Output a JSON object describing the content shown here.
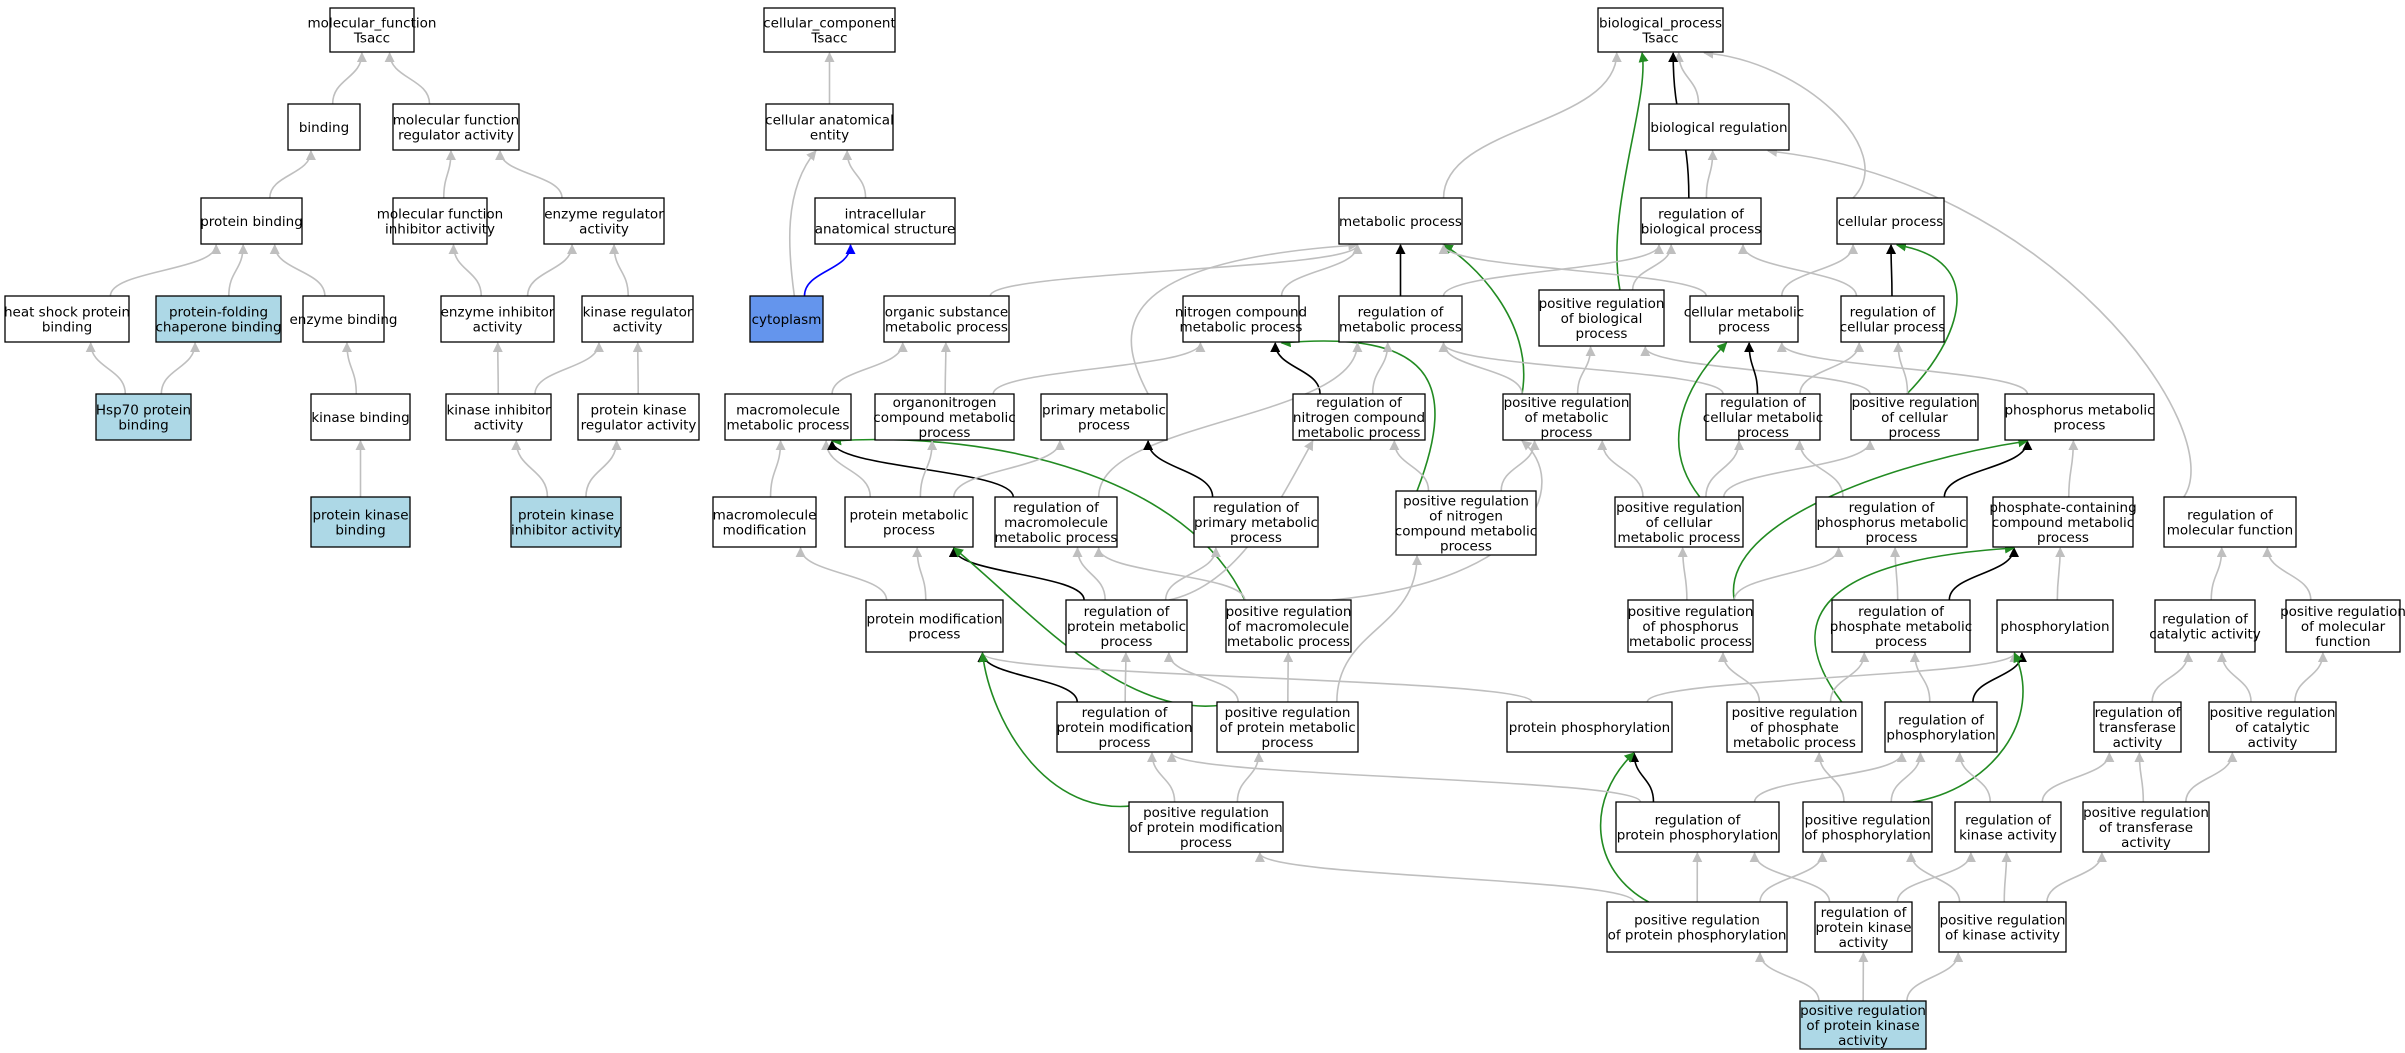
{
  "colors": {
    "default_fill": "#ffffff",
    "query_fill": "#add8e6",
    "cellular_fill": "#6495ed",
    "is_a": "#bfbfbf",
    "regulates": "#000000",
    "positively_regulates": "#228b22",
    "part_of": "#0000ff"
  },
  "nodes": [
    {
      "id": "mf",
      "lines": [
        "molecular_function",
        "Tsacc"
      ]
    },
    {
      "id": "binding",
      "lines": [
        "binding"
      ]
    },
    {
      "id": "mfra",
      "lines": [
        "molecular function",
        "regulator activity"
      ]
    },
    {
      "id": "pb",
      "lines": [
        "protein binding"
      ]
    },
    {
      "id": "mfia",
      "lines": [
        "molecular function",
        "inhibitor activity"
      ]
    },
    {
      "id": "era",
      "lines": [
        "enzyme regulator",
        "activity"
      ]
    },
    {
      "id": "hspb",
      "lines": [
        "heat shock protein",
        "binding"
      ]
    },
    {
      "id": "pfcb",
      "lines": [
        "protein-folding",
        "chaperone binding"
      ],
      "fill": "query"
    },
    {
      "id": "eb",
      "lines": [
        "enzyme binding"
      ]
    },
    {
      "id": "eia",
      "lines": [
        "enzyme inhibitor",
        "activity"
      ]
    },
    {
      "id": "kra",
      "lines": [
        "kinase regulator",
        "activity"
      ]
    },
    {
      "id": "hsp70",
      "lines": [
        "Hsp70 protein",
        "binding"
      ],
      "fill": "query"
    },
    {
      "id": "kb",
      "lines": [
        "kinase binding"
      ]
    },
    {
      "id": "kia",
      "lines": [
        "kinase inhibitor",
        "activity"
      ]
    },
    {
      "id": "pkra",
      "lines": [
        "protein kinase",
        "regulator activity"
      ]
    },
    {
      "id": "pkb",
      "lines": [
        "protein kinase",
        "binding"
      ],
      "fill": "query"
    },
    {
      "id": "pkia",
      "lines": [
        "protein kinase",
        "inhibitor activity"
      ],
      "fill": "query"
    },
    {
      "id": "cc",
      "lines": [
        "cellular_component",
        "Tsacc"
      ]
    },
    {
      "id": "cae",
      "lines": [
        "cellular anatomical",
        "entity"
      ]
    },
    {
      "id": "ias",
      "lines": [
        "intracellular",
        "anatomical structure"
      ]
    },
    {
      "id": "cyto",
      "lines": [
        "cytoplasm"
      ],
      "fill": "cellular"
    },
    {
      "id": "bp",
      "lines": [
        "biological_process",
        "Tsacc"
      ]
    },
    {
      "id": "breg",
      "lines": [
        "biological regulation"
      ]
    },
    {
      "id": "mp",
      "lines": [
        "metabolic process"
      ]
    },
    {
      "id": "rbp",
      "lines": [
        "regulation of",
        "biological process"
      ]
    },
    {
      "id": "cp",
      "lines": [
        "cellular process"
      ]
    },
    {
      "id": "osmp",
      "lines": [
        "organic substance",
        "metabolic process"
      ]
    },
    {
      "id": "ncmp",
      "lines": [
        "nitrogen compound",
        "metabolic process"
      ]
    },
    {
      "id": "rmp",
      "lines": [
        "regulation of",
        "metabolic process"
      ]
    },
    {
      "id": "prbp",
      "lines": [
        "positive regulation",
        "of biological",
        "process"
      ]
    },
    {
      "id": "cmp",
      "lines": [
        "cellular metabolic",
        "process"
      ]
    },
    {
      "id": "rcp",
      "lines": [
        "regulation of",
        "cellular process"
      ]
    },
    {
      "id": "mmp",
      "lines": [
        "macromolecule",
        "metabolic process"
      ]
    },
    {
      "id": "oncmp",
      "lines": [
        "organonitrogen",
        "compound metabolic",
        "process"
      ]
    },
    {
      "id": "pmp",
      "lines": [
        "primary metabolic",
        "process"
      ]
    },
    {
      "id": "rncmp",
      "lines": [
        "regulation of",
        "nitrogen compound",
        "metabolic process"
      ]
    },
    {
      "id": "prmp",
      "lines": [
        "positive regulation",
        "of metabolic",
        "process"
      ]
    },
    {
      "id": "rcmp",
      "lines": [
        "regulation of",
        "cellular metabolic",
        "process"
      ]
    },
    {
      "id": "prcp",
      "lines": [
        "positive regulation",
        "of cellular",
        "process"
      ]
    },
    {
      "id": "phmp",
      "lines": [
        "phosphorus metabolic",
        "process"
      ]
    },
    {
      "id": "mm",
      "lines": [
        "macromolecule",
        "modification"
      ]
    },
    {
      "id": "protmp",
      "lines": [
        "protein metabolic",
        "process"
      ]
    },
    {
      "id": "rmmp",
      "lines": [
        "regulation of",
        "macromolecule",
        "metabolic process"
      ]
    },
    {
      "id": "rpmp",
      "lines": [
        "regulation of",
        "primary metabolic",
        "process"
      ]
    },
    {
      "id": "prncmp",
      "lines": [
        "positive regulation",
        "of nitrogen",
        "compound metabolic",
        "process"
      ]
    },
    {
      "id": "prcmp",
      "lines": [
        "positive regulation",
        "of cellular",
        "metabolic process"
      ]
    },
    {
      "id": "rphmp",
      "lines": [
        "regulation of",
        "phosphorus metabolic",
        "process"
      ]
    },
    {
      "id": "pccmp",
      "lines": [
        "phosphate-containing",
        "compound metabolic",
        "process"
      ]
    },
    {
      "id": "rmf",
      "lines": [
        "regulation of",
        "molecular function"
      ]
    },
    {
      "id": "pmod",
      "lines": [
        "protein modification",
        "process"
      ]
    },
    {
      "id": "rprotmp",
      "lines": [
        "regulation of",
        "protein metabolic",
        "process"
      ]
    },
    {
      "id": "prmmp",
      "lines": [
        "positive regulation",
        "of macromolecule",
        "metabolic process"
      ]
    },
    {
      "id": "prphmp",
      "lines": [
        "positive regulation",
        "of phosphorus",
        "metabolic process"
      ]
    },
    {
      "id": "rphatmp",
      "lines": [
        "regulation of",
        "phosphate metabolic",
        "process"
      ]
    },
    {
      "id": "phos",
      "lines": [
        "phosphorylation"
      ]
    },
    {
      "id": "rca",
      "lines": [
        "regulation of",
        "catalytic activity"
      ]
    },
    {
      "id": "prmf",
      "lines": [
        "positive regulation",
        "of molecular",
        "function"
      ]
    },
    {
      "id": "rpmod",
      "lines": [
        "regulation of",
        "protein modification",
        "process"
      ]
    },
    {
      "id": "prprotmp",
      "lines": [
        "positive regulation",
        "of protein metabolic",
        "process"
      ]
    },
    {
      "id": "pphos",
      "lines": [
        "protein phosphorylation"
      ]
    },
    {
      "id": "prphatmp",
      "lines": [
        "positive regulation",
        "of phosphate",
        "metabolic process"
      ]
    },
    {
      "id": "rphos",
      "lines": [
        "regulation of",
        "phosphorylation"
      ]
    },
    {
      "id": "rta",
      "lines": [
        "regulation of",
        "transferase",
        "activity"
      ]
    },
    {
      "id": "prca",
      "lines": [
        "positive regulation",
        "of catalytic",
        "activity"
      ]
    },
    {
      "id": "prpmod",
      "lines": [
        "positive regulation",
        "of protein modification",
        "process"
      ]
    },
    {
      "id": "rpphos",
      "lines": [
        "regulation of",
        "protein phosphorylation"
      ]
    },
    {
      "id": "prphos",
      "lines": [
        "positive regulation",
        "of phosphorylation"
      ]
    },
    {
      "id": "rka",
      "lines": [
        "regulation of",
        "kinase activity"
      ]
    },
    {
      "id": "prta",
      "lines": [
        "positive regulation",
        "of transferase",
        "activity"
      ]
    },
    {
      "id": "prpphos",
      "lines": [
        "positive regulation",
        "of protein phosphorylation"
      ]
    },
    {
      "id": "rpka",
      "lines": [
        "regulation of",
        "protein kinase",
        "activity"
      ]
    },
    {
      "id": "prka",
      "lines": [
        "positive regulation",
        "of kinase activity"
      ]
    },
    {
      "id": "prpka",
      "lines": [
        "positive regulation",
        "of protein kinase",
        "activity"
      ],
      "fill": "query"
    }
  ],
  "edges": [
    {
      "from": "binding",
      "to": "mf",
      "type": "is_a"
    },
    {
      "from": "mfra",
      "to": "mf",
      "type": "is_a"
    },
    {
      "from": "pb",
      "to": "binding",
      "type": "is_a"
    },
    {
      "from": "mfia",
      "to": "mfra",
      "type": "is_a"
    },
    {
      "from": "era",
      "to": "mfra",
      "type": "is_a"
    },
    {
      "from": "hspb",
      "to": "pb",
      "type": "is_a"
    },
    {
      "from": "pfcb",
      "to": "pb",
      "type": "is_a"
    },
    {
      "from": "eb",
      "to": "pb",
      "type": "is_a"
    },
    {
      "from": "eia",
      "to": "mfia",
      "type": "is_a"
    },
    {
      "from": "eia",
      "to": "era",
      "type": "is_a"
    },
    {
      "from": "kra",
      "to": "era",
      "type": "is_a"
    },
    {
      "from": "hsp70",
      "to": "hspb",
      "type": "is_a"
    },
    {
      "from": "hsp70",
      "to": "pfcb",
      "type": "is_a"
    },
    {
      "from": "kb",
      "to": "eb",
      "type": "is_a"
    },
    {
      "from": "kia",
      "to": "eia",
      "type": "is_a"
    },
    {
      "from": "kia",
      "to": "kra",
      "type": "is_a"
    },
    {
      "from": "pkra",
      "to": "kra",
      "type": "is_a"
    },
    {
      "from": "pkb",
      "to": "kb",
      "type": "is_a"
    },
    {
      "from": "pkia",
      "to": "kia",
      "type": "is_a"
    },
    {
      "from": "pkia",
      "to": "pkra",
      "type": "is_a"
    },
    {
      "from": "cae",
      "to": "cc",
      "type": "is_a"
    },
    {
      "from": "ias",
      "to": "cae",
      "type": "is_a"
    },
    {
      "from": "cyto",
      "to": "cae",
      "type": "is_a"
    },
    {
      "from": "cyto",
      "to": "ias",
      "type": "part_of"
    },
    {
      "from": "mp",
      "to": "bp",
      "type": "is_a"
    },
    {
      "from": "breg",
      "to": "bp",
      "type": "is_a"
    },
    {
      "from": "rbp",
      "to": "bp",
      "type": "regulates"
    },
    {
      "from": "prbp",
      "to": "bp",
      "type": "positively_regulates"
    },
    {
      "from": "cp",
      "to": "bp",
      "type": "is_a"
    },
    {
      "from": "rbp",
      "to": "breg",
      "type": "is_a"
    },
    {
      "from": "osmp",
      "to": "mp",
      "type": "is_a"
    },
    {
      "from": "ncmp",
      "to": "mp",
      "type": "is_a"
    },
    {
      "from": "rmp",
      "to": "mp",
      "type": "regulates"
    },
    {
      "from": "prmp",
      "to": "mp",
      "type": "positively_regulates"
    },
    {
      "from": "cmp",
      "to": "mp",
      "type": "is_a"
    },
    {
      "from": "pmp",
      "to": "mp",
      "type": "is_a"
    },
    {
      "from": "rmp",
      "to": "rbp",
      "type": "is_a"
    },
    {
      "from": "prbp",
      "to": "rbp",
      "type": "is_a"
    },
    {
      "from": "rcp",
      "to": "rbp",
      "type": "is_a"
    },
    {
      "from": "cmp",
      "to": "cp",
      "type": "is_a"
    },
    {
      "from": "rcp",
      "to": "cp",
      "type": "regulates"
    },
    {
      "from": "prcp",
      "to": "cp",
      "type": "positively_regulates"
    },
    {
      "from": "rmf",
      "to": "breg",
      "type": "is_a"
    },
    {
      "from": "mmp",
      "to": "osmp",
      "type": "is_a"
    },
    {
      "from": "oncmp",
      "to": "osmp",
      "type": "is_a"
    },
    {
      "from": "oncmp",
      "to": "ncmp",
      "type": "is_a"
    },
    {
      "from": "rncmp",
      "to": "ncmp",
      "type": "regulates"
    },
    {
      "from": "prncmp",
      "to": "ncmp",
      "type": "positively_regulates"
    },
    {
      "from": "rncmp",
      "to": "rmp",
      "type": "is_a"
    },
    {
      "from": "rmmp",
      "to": "rmp",
      "type": "is_a"
    },
    {
      "from": "prmp",
      "to": "rmp",
      "type": "is_a"
    },
    {
      "from": "rcmp",
      "to": "rmp",
      "type": "is_a"
    },
    {
      "from": "prmp",
      "to": "prbp",
      "type": "is_a"
    },
    {
      "from": "prcp",
      "to": "prbp",
      "type": "is_a"
    },
    {
      "from": "rcmp",
      "to": "cmp",
      "type": "regulates"
    },
    {
      "from": "prcmp",
      "to": "cmp",
      "type": "positively_regulates"
    },
    {
      "from": "phmp",
      "to": "cmp",
      "type": "is_a"
    },
    {
      "from": "rcmp",
      "to": "rcp",
      "type": "is_a"
    },
    {
      "from": "prcp",
      "to": "rcp",
      "type": "is_a"
    },
    {
      "from": "mm",
      "to": "mmp",
      "type": "is_a"
    },
    {
      "from": "protmp",
      "to": "mmp",
      "type": "is_a"
    },
    {
      "from": "rmmp",
      "to": "mmp",
      "type": "regulates"
    },
    {
      "from": "prmmp",
      "to": "mmp",
      "type": "positively_regulates"
    },
    {
      "from": "protmp",
      "to": "oncmp",
      "type": "is_a"
    },
    {
      "from": "protmp",
      "to": "pmp",
      "type": "is_a"
    },
    {
      "from": "rpmp",
      "to": "pmp",
      "type": "regulates"
    },
    {
      "from": "prncmp",
      "to": "rncmp",
      "type": "is_a"
    },
    {
      "from": "rprotmp",
      "to": "rncmp",
      "type": "is_a"
    },
    {
      "from": "prncmp",
      "to": "prmp",
      "type": "is_a"
    },
    {
      "from": "prcmp",
      "to": "prmp",
      "type": "is_a"
    },
    {
      "from": "prmmp",
      "to": "prmp",
      "type": "is_a"
    },
    {
      "from": "prcmp",
      "to": "rcmp",
      "type": "is_a"
    },
    {
      "from": "rphmp",
      "to": "rcmp",
      "type": "is_a"
    },
    {
      "from": "prcmp",
      "to": "prcp",
      "type": "is_a"
    },
    {
      "from": "pccmp",
      "to": "phmp",
      "type": "is_a"
    },
    {
      "from": "rphmp",
      "to": "phmp",
      "type": "regulates"
    },
    {
      "from": "prphmp",
      "to": "phmp",
      "type": "positively_regulates"
    },
    {
      "from": "pmod",
      "to": "mm",
      "type": "is_a"
    },
    {
      "from": "pmod",
      "to": "protmp",
      "type": "is_a"
    },
    {
      "from": "rprotmp",
      "to": "protmp",
      "type": "regulates"
    },
    {
      "from": "prprotmp",
      "to": "protmp",
      "type": "positively_regulates"
    },
    {
      "from": "rprotmp",
      "to": "rmmp",
      "type": "is_a"
    },
    {
      "from": "rprotmp",
      "to": "rpmp",
      "type": "is_a"
    },
    {
      "from": "prmmp",
      "to": "rmmp",
      "type": "is_a"
    },
    {
      "from": "prprotmp",
      "to": "prncmp",
      "type": "is_a"
    },
    {
      "from": "prphmp",
      "to": "prcmp",
      "type": "is_a"
    },
    {
      "from": "prphmp",
      "to": "rphmp",
      "type": "is_a"
    },
    {
      "from": "rphatmp",
      "to": "rphmp",
      "type": "is_a"
    },
    {
      "from": "rphatmp",
      "to": "pccmp",
      "type": "regulates"
    },
    {
      "from": "prphatmp",
      "to": "pccmp",
      "type": "positively_regulates"
    },
    {
      "from": "phos",
      "to": "pccmp",
      "type": "is_a"
    },
    {
      "from": "rca",
      "to": "rmf",
      "type": "is_a"
    },
    {
      "from": "prmf",
      "to": "rmf",
      "type": "is_a"
    },
    {
      "from": "pphos",
      "to": "pmod",
      "type": "is_a"
    },
    {
      "from": "rpmod",
      "to": "pmod",
      "type": "regulates"
    },
    {
      "from": "prpmod",
      "to": "pmod",
      "type": "positively_regulates"
    },
    {
      "from": "rpmod",
      "to": "rprotmp",
      "type": "is_a"
    },
    {
      "from": "prprotmp",
      "to": "rprotmp",
      "type": "is_a"
    },
    {
      "from": "prprotmp",
      "to": "prmmp",
      "type": "is_a"
    },
    {
      "from": "prphatmp",
      "to": "prphmp",
      "type": "is_a"
    },
    {
      "from": "prphatmp",
      "to": "rphatmp",
      "type": "is_a"
    },
    {
      "from": "rphos",
      "to": "rphatmp",
      "type": "is_a"
    },
    {
      "from": "pphos",
      "to": "phos",
      "type": "is_a"
    },
    {
      "from": "rphos",
      "to": "phos",
      "type": "regulates"
    },
    {
      "from": "prphos",
      "to": "phos",
      "type": "positively_regulates"
    },
    {
      "from": "rta",
      "to": "rca",
      "type": "is_a"
    },
    {
      "from": "prca",
      "to": "rca",
      "type": "is_a"
    },
    {
      "from": "prca",
      "to": "prmf",
      "type": "is_a"
    },
    {
      "from": "prpmod",
      "to": "rpmod",
      "type": "is_a"
    },
    {
      "from": "prpmod",
      "to": "prprotmp",
      "type": "is_a"
    },
    {
      "from": "rpphos",
      "to": "pphos",
      "type": "regulates"
    },
    {
      "from": "prpphos",
      "to": "pphos",
      "type": "positively_regulates"
    },
    {
      "from": "rpphos",
      "to": "rpmod",
      "type": "is_a"
    },
    {
      "from": "rpphos",
      "to": "rphos",
      "type": "is_a"
    },
    {
      "from": "prphos",
      "to": "rphos",
      "type": "is_a"
    },
    {
      "from": "prphos",
      "to": "prphatmp",
      "type": "is_a"
    },
    {
      "from": "rka",
      "to": "rphos",
      "type": "is_a"
    },
    {
      "from": "rka",
      "to": "rta",
      "type": "is_a"
    },
    {
      "from": "prta",
      "to": "rta",
      "type": "is_a"
    },
    {
      "from": "prta",
      "to": "prca",
      "type": "is_a"
    },
    {
      "from": "prpphos",
      "to": "prpmod",
      "type": "is_a"
    },
    {
      "from": "prpphos",
      "to": "rpphos",
      "type": "is_a"
    },
    {
      "from": "prpphos",
      "to": "prphos",
      "type": "is_a"
    },
    {
      "from": "rpka",
      "to": "rpphos",
      "type": "is_a"
    },
    {
      "from": "rpka",
      "to": "rka",
      "type": "is_a"
    },
    {
      "from": "prka",
      "to": "prphos",
      "type": "is_a"
    },
    {
      "from": "prka",
      "to": "rka",
      "type": "is_a"
    },
    {
      "from": "prka",
      "to": "prta",
      "type": "is_a"
    },
    {
      "from": "prpka",
      "to": "prpphos",
      "type": "is_a"
    },
    {
      "from": "prpka",
      "to": "rpka",
      "type": "is_a"
    },
    {
      "from": "prpka",
      "to": "prka",
      "type": "is_a"
    }
  ]
}
